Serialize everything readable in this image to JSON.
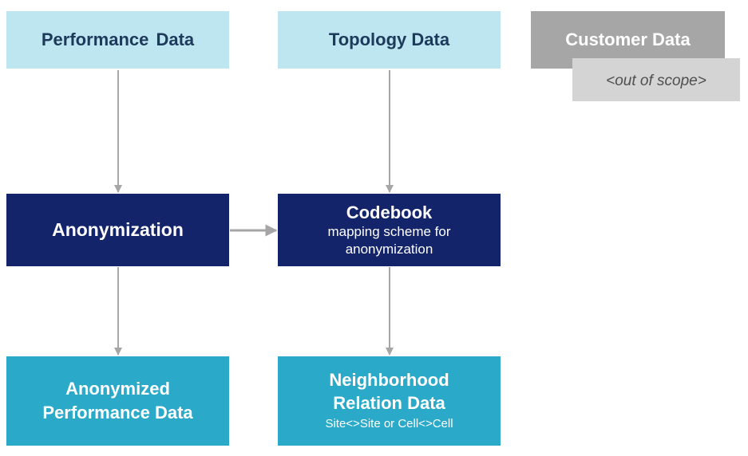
{
  "boxes": {
    "performance_data": "Performance Data",
    "topology_data": "Topology Data",
    "customer_data": "Customer Data",
    "out_of_scope": "<out of scope>",
    "anonymization": "Anonymization",
    "codebook_title": "Codebook",
    "codebook_line1": "mapping scheme for",
    "codebook_line2": "anonymization",
    "anonymized_line1": "Anonymized",
    "anonymized_line2": "Performance Data",
    "neighborhood_line1": "Neighborhood",
    "neighborhood_line2": "Relation Data",
    "neighborhood_sub": "Site<>Site or Cell<>Cell"
  },
  "colors": {
    "light_blue": "#bde6f1",
    "dark_navy": "#13246a",
    "teal": "#2aa9c8",
    "grey": "#a6a6a6",
    "light_grey": "#d4d4d4",
    "arrow": "#a6a6a6"
  }
}
